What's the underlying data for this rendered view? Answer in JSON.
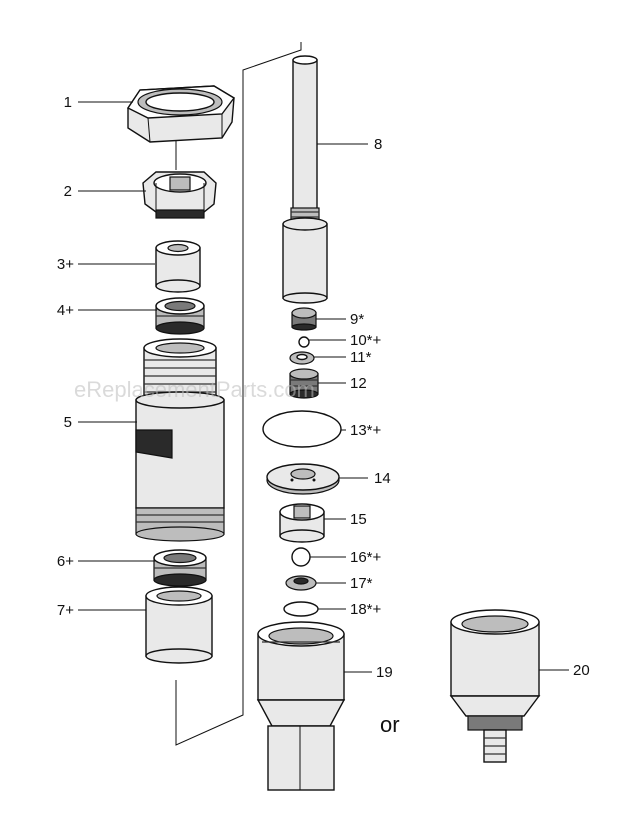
{
  "labels": {
    "p1": "1",
    "p2": "2",
    "p3": "3+",
    "p4": "4+",
    "p5": "5",
    "p6": "6+",
    "p7": "7+",
    "p8": "8",
    "p9": "9*",
    "p10": "10*+",
    "p11": "11*",
    "p12": "12",
    "p13": "13*+",
    "p14": "14",
    "p15": "15",
    "p16": "16*+",
    "p17": "17*",
    "p18": "18*+",
    "p19": "19",
    "p20": "20"
  },
  "or_text": "or",
  "watermark": "eReplacementParts.com"
}
